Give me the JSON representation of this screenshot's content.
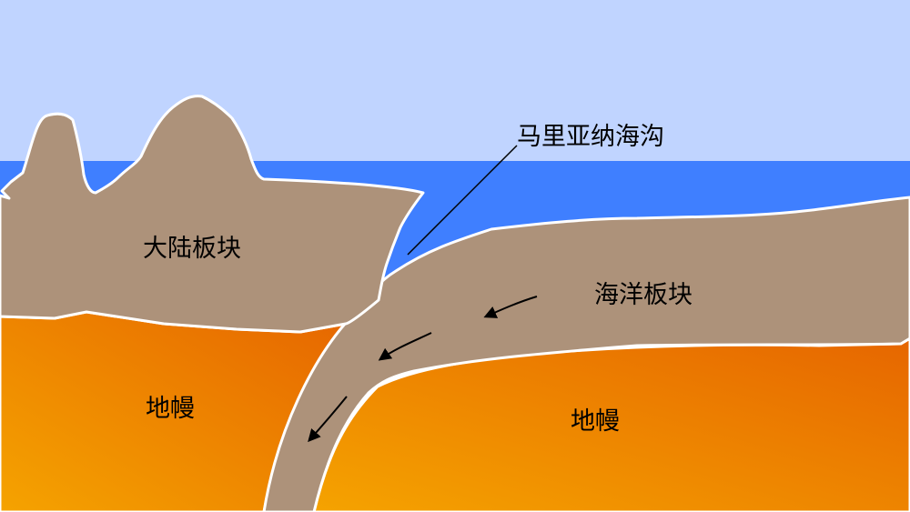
{
  "labels": {
    "trench": "马里亚纳海沟",
    "continental_plate": "大陆板块",
    "oceanic_plate": "海洋板块",
    "mantle_left": "地幔",
    "mantle_right": "地幔"
  },
  "colors": {
    "sky": "#c0d4ff",
    "ocean": "#3f7fff",
    "plate": "#ad927a",
    "mantle_light": "#f5a300",
    "mantle_dark": "#e66600",
    "outline": "#ffffff",
    "arrow": "#000000"
  }
}
